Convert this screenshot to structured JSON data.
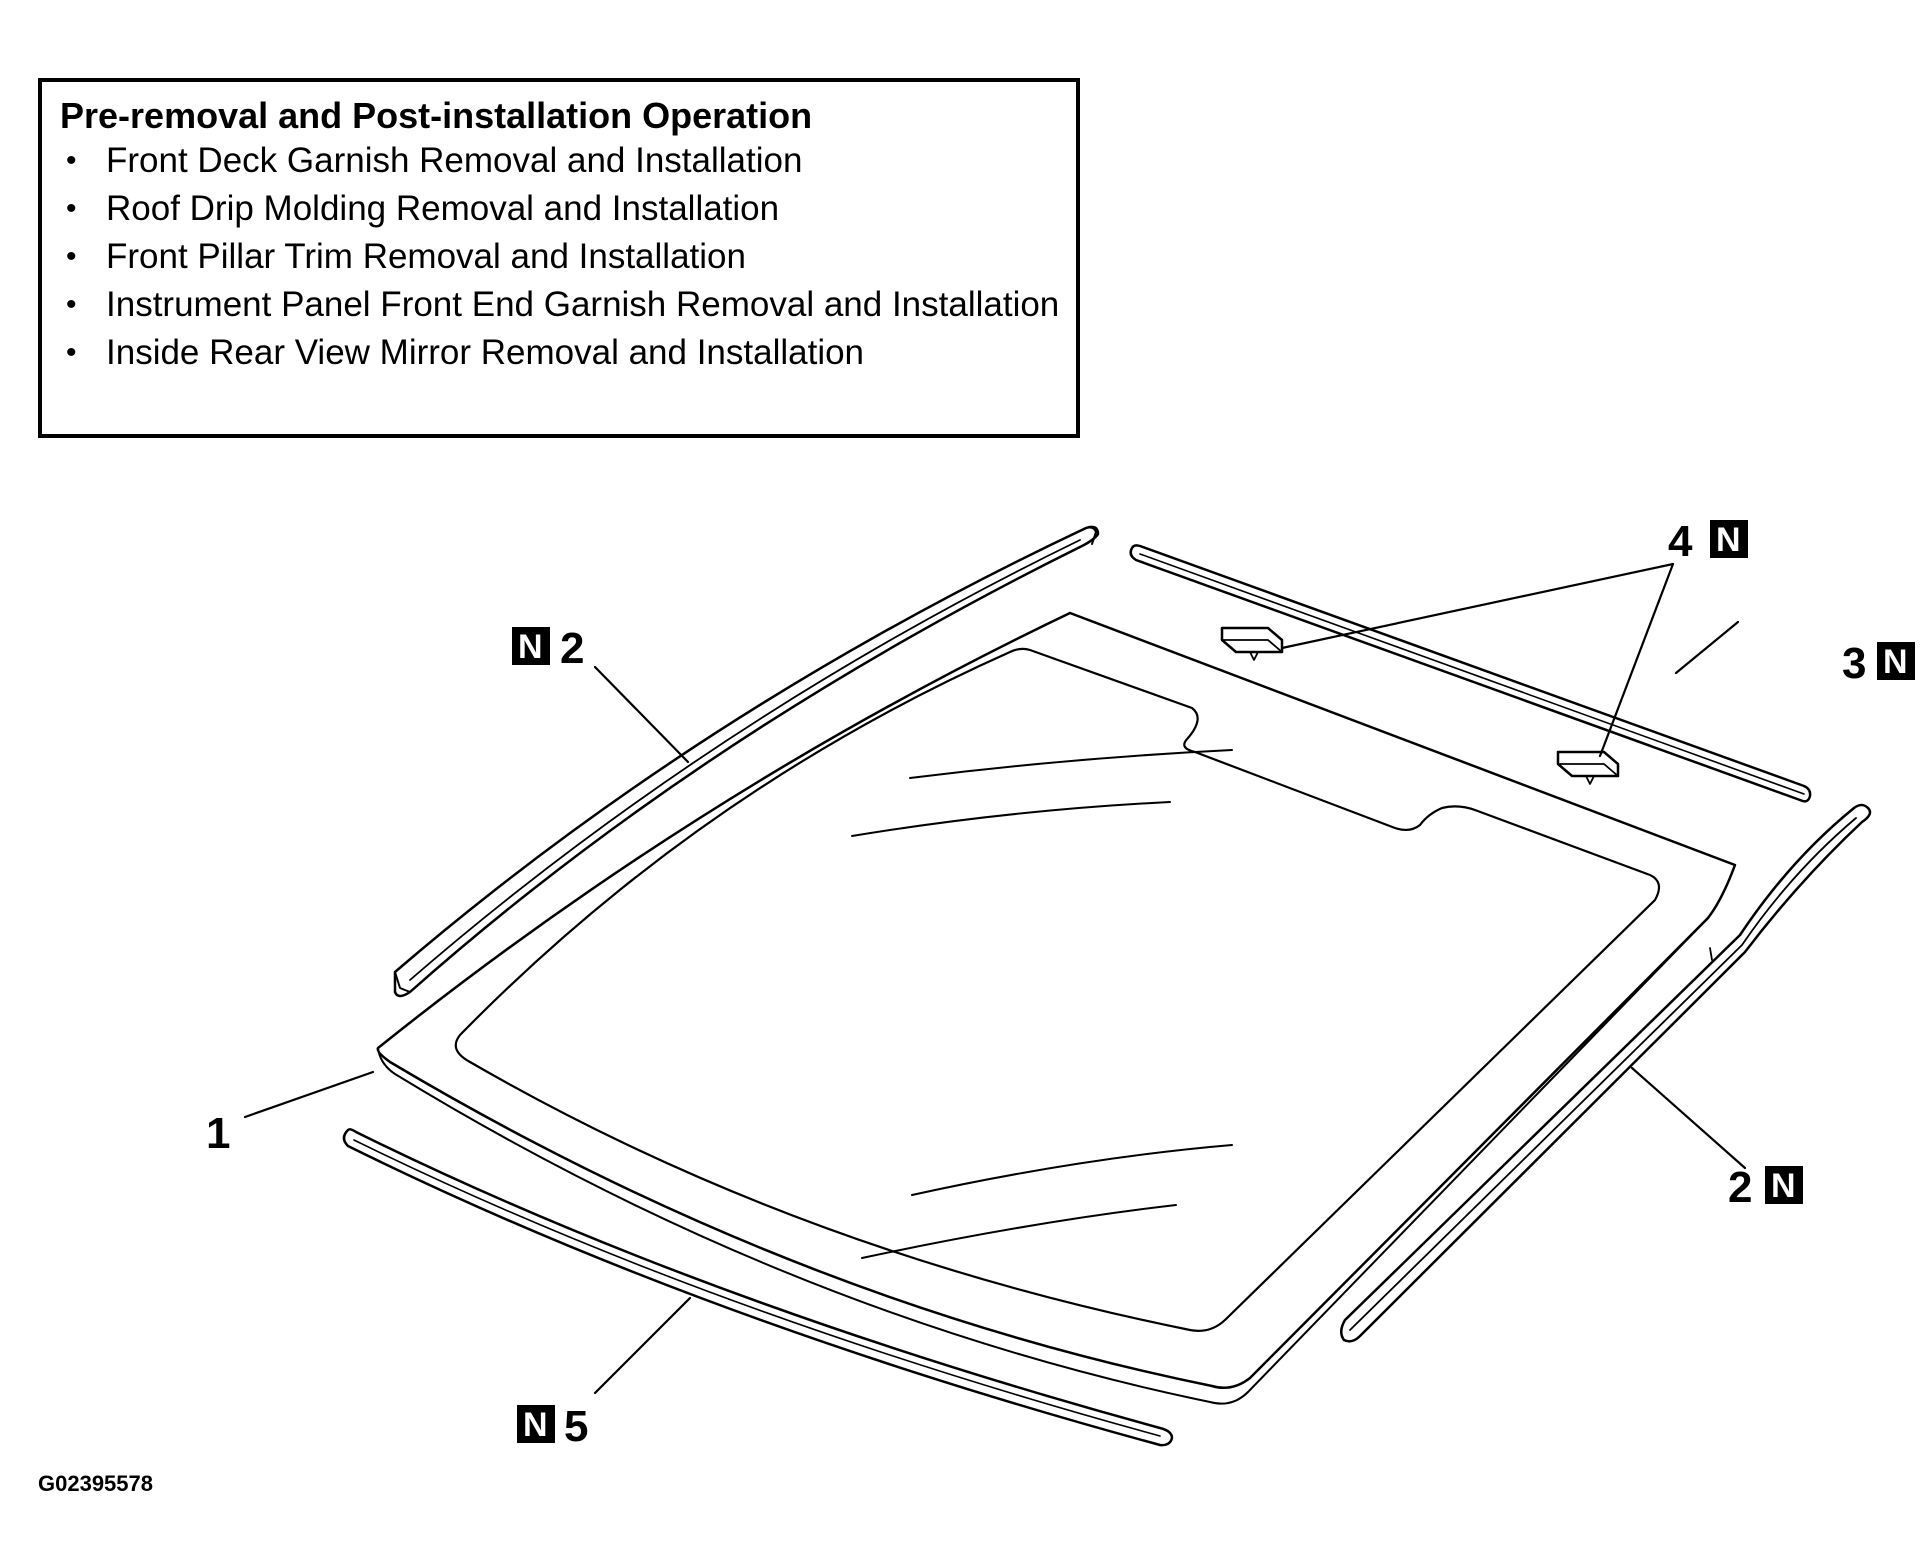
{
  "operations": {
    "title": "Pre-removal and Post-installation Operation",
    "items": [
      "Front Deck Garnish Removal and Installation",
      "Roof Drip Molding Removal and Installation",
      "Front Pillar Trim Removal and Installation",
      "Instrument Panel Front End Garnish Removal and Installation",
      "Inside Rear View Mirror Removal and Installation"
    ],
    "bullet": "•"
  },
  "callouts": {
    "windshield": {
      "number": "1",
      "badge": ""
    },
    "pillar_molding_left": {
      "number": "2",
      "badge": "N"
    },
    "pillar_molding_right": {
      "number": "2",
      "badge": "N"
    },
    "roof_molding": {
      "number": "3",
      "badge": "N"
    },
    "fasteners": {
      "number": "4",
      "badge": "N"
    },
    "lower_molding": {
      "number": "5",
      "badge": "N"
    }
  },
  "figure_id": "G02395578",
  "colors": {
    "line": "#000000",
    "background": "#ffffff",
    "badge_fill": "#000000",
    "badge_text": "#ffffff"
  }
}
